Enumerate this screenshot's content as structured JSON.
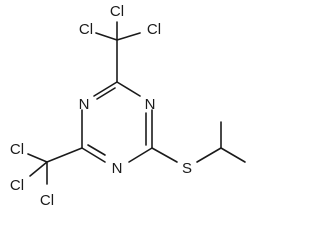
{
  "molecule": {
    "atoms": {
      "cl_top_a": "Cl",
      "cl_top_left": "Cl",
      "cl_top_right": "Cl",
      "n_upper_left": "N",
      "n_upper_right": "N",
      "n_bottom": "N",
      "sulfur": "S",
      "cl_bottom_a": "Cl",
      "cl_bottom_b": "Cl",
      "cl_bottom_c": "Cl"
    }
  }
}
